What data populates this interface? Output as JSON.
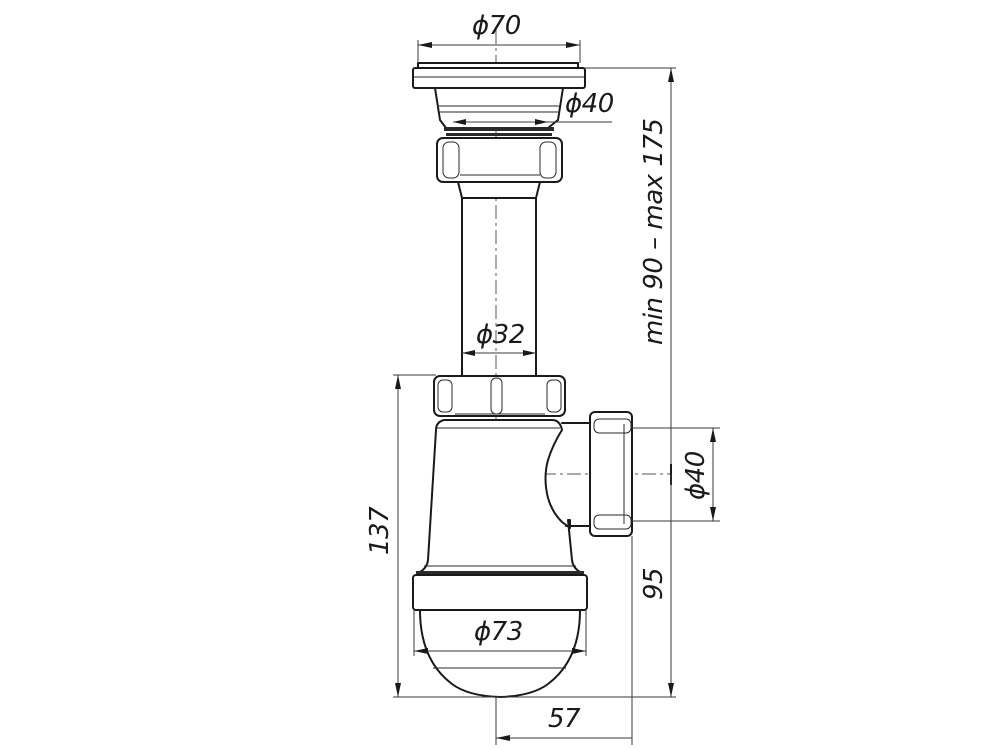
{
  "drawing": {
    "subject": "bottle sink trap with extension pipe",
    "dimensions": {
      "top_flange_diameter": "ϕ70",
      "outlet_thread_diameter": "ϕ40",
      "pipe_diameter": "ϕ32",
      "side_outlet_diameter": "ϕ40",
      "bottom_cup_diameter": "ϕ73",
      "body_height": "137",
      "outlet_height": "95",
      "horizontal_offset": "57",
      "adjustable_height": "min 90 – max 175"
    },
    "colors": {
      "line": "#1a1a1a",
      "dimension_line": "#3a3a3a",
      "background": "#ffffff"
    }
  }
}
